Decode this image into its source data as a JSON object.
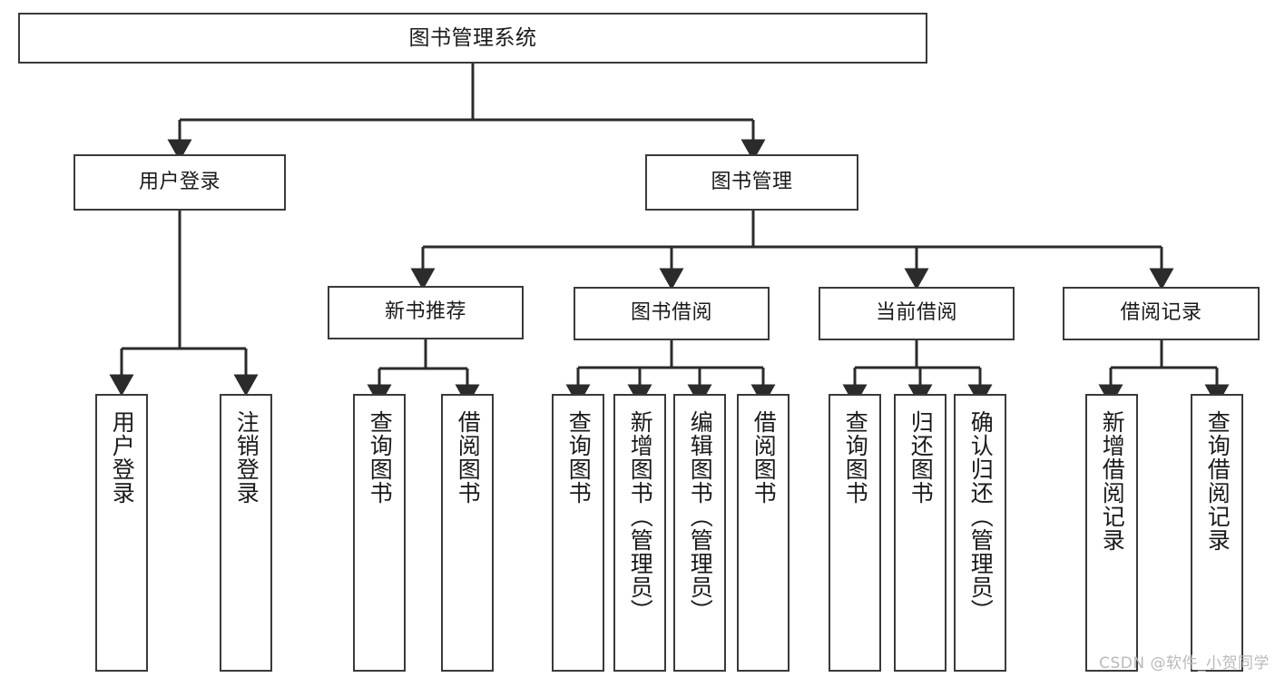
{
  "diagram": {
    "title": "图书管理系统",
    "type": "tree-hierarchy-diagram",
    "colors": {
      "box_border": "#3a3a3a",
      "box_fill": "#ffffff",
      "connector": "#2b2b2b",
      "text": "#1a1a1a",
      "watermark": "#b9b9b9"
    },
    "root": {
      "label": "图书管理系统"
    },
    "level2": [
      {
        "label": "用户登录"
      },
      {
        "label": "图书管理"
      }
    ],
    "level3": [
      {
        "label": "新书推荐"
      },
      {
        "label": "图书借阅"
      },
      {
        "label": "当前借阅"
      },
      {
        "label": "借阅记录"
      }
    ],
    "leaves_user_login": [
      {
        "label": "用户登录"
      },
      {
        "label": "注销登录"
      }
    ],
    "leaves_new_book": [
      {
        "label": "查询图书"
      },
      {
        "label": "借阅图书"
      }
    ],
    "leaves_book_borrow": [
      {
        "label": "查询图书"
      },
      {
        "label": "新增图书（管理员）"
      },
      {
        "label": "编辑图书（管理员）"
      },
      {
        "label": "借阅图书"
      }
    ],
    "leaves_current_borrow": [
      {
        "label": "查询图书"
      },
      {
        "label": "归还图书"
      },
      {
        "label": "确认归还（管理员）"
      }
    ],
    "leaves_borrow_record": [
      {
        "label": "新增借阅记录"
      },
      {
        "label": "查询借阅记录"
      }
    ],
    "watermark": "CSDN @软件_小贺同学"
  }
}
